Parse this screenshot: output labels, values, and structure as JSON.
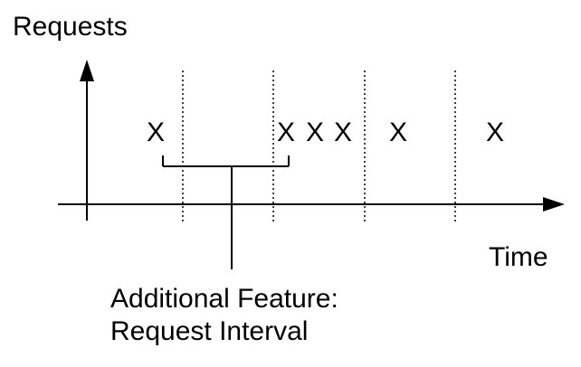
{
  "axes": {
    "y_label": "Requests",
    "x_label": "Time"
  },
  "request_marks": [
    "X",
    "X",
    "X",
    "X",
    "X",
    "X"
  ],
  "annotation": {
    "line1": "Additional Feature:",
    "line2": "Request Interval"
  },
  "colors": {
    "ink": "#000000",
    "background": "#ffffff"
  }
}
